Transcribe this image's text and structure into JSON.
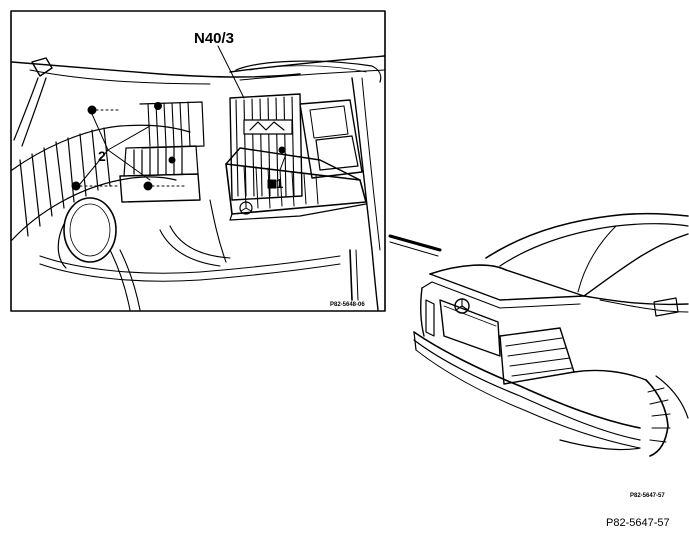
{
  "labels": {
    "module": "N40/3",
    "part_1": "1",
    "part_2": "2"
  },
  "inset_figure_code": "P82-5648-06",
  "car_figure_code": "P82-5647-57",
  "figure_code": "P82-5647-57"
}
